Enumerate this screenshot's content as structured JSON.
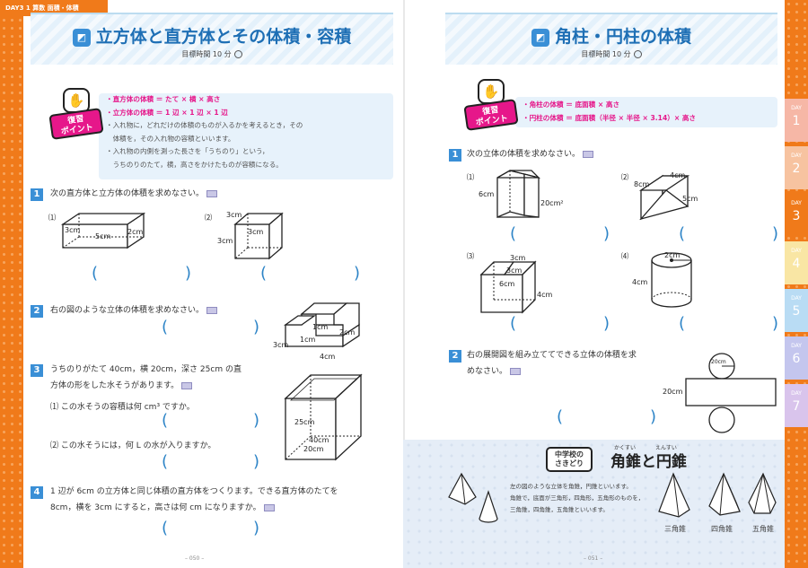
{
  "left": {
    "header": "DAY3  1 算数  面積・体積",
    "title": "立方体と直方体とその体積・容積",
    "target": "目標時間 10 分",
    "badge": "復習\nポイント",
    "points": [
      "・直方体の体積 ＝ たて × 横 × 高さ",
      "・立方体の体積 ＝ 1 辺 × 1 辺 × 1 辺",
      "・入れ物に，どれだけの体積のものが入るかを考えるとき，その",
      "　体積を，その入れ物の容積といいます。",
      "・入れ物の内側を測った長さを「うちのり」という，",
      "　うちのりのたて，横，高さをかけたものが容積になる。"
    ],
    "q1": {
      "num": "1",
      "text": "次の直方体と立方体の体積を求めなさい。",
      "s1": "⑴",
      "s2": "⑵",
      "s1_labels": [
        "3cm",
        "5cm",
        "2cm"
      ],
      "s2_labels": [
        "3cm",
        "3cm",
        "3cm"
      ]
    },
    "q2": {
      "num": "2",
      "text": "右の図のような立体の体積を求めなさい。",
      "labels": [
        "1cm",
        "1cm",
        "2cm",
        "3cm",
        "4cm"
      ]
    },
    "q3": {
      "num": "3",
      "text1": "うちのりがたて 40cm，横 20cm，深さ 25cm の直",
      "text2": "方体の形をした水そうがあります。",
      "p1": "⑴ この水そうの容積は何 cm³ ですか。",
      "p2": "⑵ この水そうには，何 L の水が入りますか。",
      "labels": [
        "25cm",
        "40cm",
        "20cm"
      ]
    },
    "q4": {
      "num": "4",
      "text1": "1 辺が 6cm の立方体と同じ体積の直方体をつくります。できる直方体のたてを",
      "text2": "8cm，横を 3cm にすると，高さは何 cm になりますか。"
    },
    "page": "– 050 –"
  },
  "right": {
    "title": "角柱・円柱の体積",
    "target": "目標時間 10 分",
    "badge": "復習\nポイント",
    "points": [
      "・角柱の体積 ＝ 底面積 × 高さ",
      "・円柱の体積 ＝ 底面積（半径 × 半径 × 3.14）× 高さ"
    ],
    "q1": {
      "num": "1",
      "text": "次の立体の体積を求めなさい。",
      "s1": "⑴",
      "s2": "⑵",
      "s3": "⑶",
      "s4": "⑷",
      "s1_labels": [
        "6cm",
        "20cm²"
      ],
      "s2_labels": [
        "4cm",
        "8cm",
        "5cm"
      ],
      "s3_labels": [
        "3cm",
        "3cm",
        "6cm",
        "4cm"
      ],
      "s4_labels": [
        "2cm",
        "4cm"
      ]
    },
    "q2": {
      "num": "2",
      "text1": "右の展開図を組み立ててできる立体の体積を求",
      "text2": "めなさい。",
      "labels": [
        "20cm",
        "20cm"
      ]
    },
    "column": {
      "badge": "中学校の\nさきどり",
      "title": "角錐と円錐",
      "ruby1": "かくすい",
      "ruby2": "えんすい",
      "lines": [
        "左の図のような立体を角錐，円錐といいます。",
        "角錐で，底面が三角形，四角形，五角形のものを，",
        "三角錐，四角錐，五角錐といいます。"
      ],
      "names": [
        "三角錐",
        "四角錐",
        "五角錐"
      ]
    },
    "page": "– 051 –"
  },
  "tabs": [
    {
      "word": "DAY",
      "num": "1",
      "color": "#f6b7a6"
    },
    {
      "word": "DAY",
      "num": "2",
      "color": "#f7c3a0"
    },
    {
      "word": "DAY",
      "num": "3",
      "color": "#f07a1a"
    },
    {
      "word": "DAY",
      "num": "4",
      "color": "#f9e6a4"
    },
    {
      "word": "DAY",
      "num": "5",
      "color": "#b9dcf4"
    },
    {
      "word": "DAY",
      "num": "6",
      "color": "#c4c6ee"
    },
    {
      "word": "DAY",
      "num": "7",
      "color": "#d9c4ec"
    }
  ]
}
